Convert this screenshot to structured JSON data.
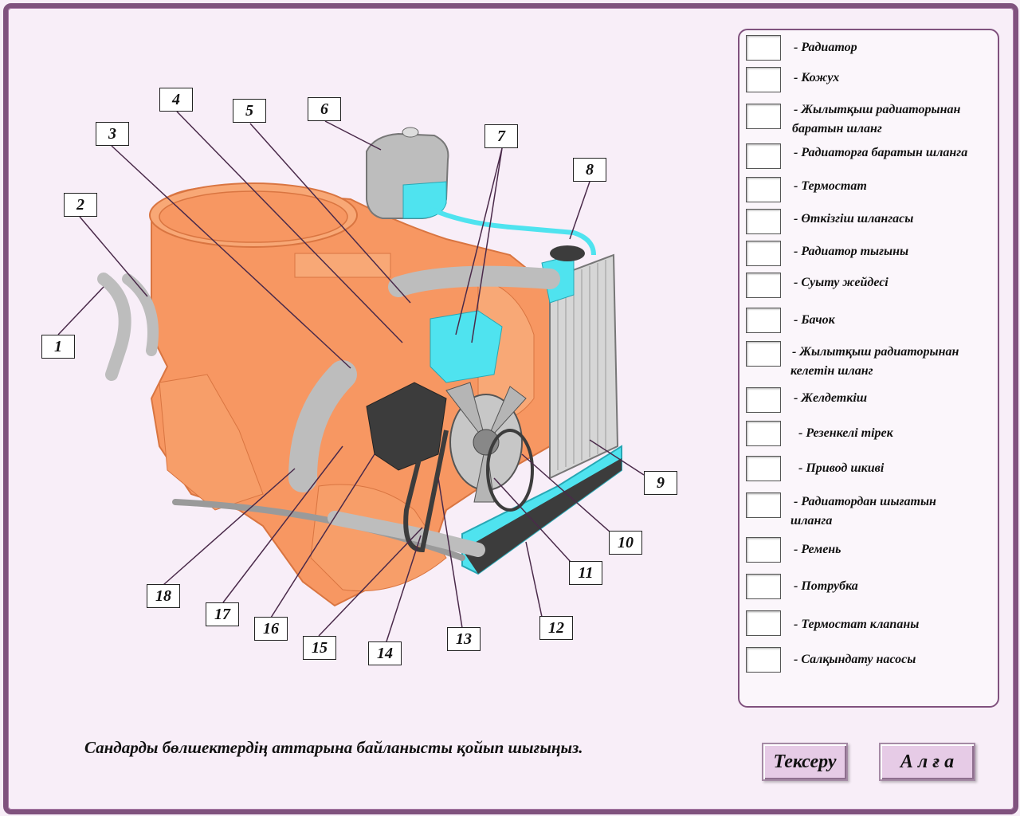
{
  "numbers": [
    "1",
    "2",
    "3",
    "4",
    "5",
    "6",
    "7",
    "8",
    "9",
    "10",
    "11",
    "12",
    "13",
    "14",
    "15",
    "16",
    "17",
    "18"
  ],
  "legend": [
    "- Радиатор",
    "- Кожух",
    "- Жылытқыш радиаторынан",
    "- Радиаторға баратын шланга",
    "- Термостат",
    "- Өткізгіш шлангасы",
    "- Радиатор тығыны",
    "- Суыту жейдесі",
    "- Бачок",
    "- Жылытқыш радиаторынан",
    "- Желдеткіш",
    "- Резенкелі тірек",
    "- Привод шкиві",
    "- Радиатордан шығатын",
    "- Ремень",
    "- Потрубка",
    "- Термостат клапаны",
    "- Салқындату насосы"
  ],
  "legend_cont": {
    "r2": "баратын шланг",
    "r9": "келетін шланг",
    "r13": "шланга"
  },
  "instruction": "Сандарды бөлшектердің аттарына байланысты қойып шығыңыз.",
  "buttons": {
    "check": "Тексеру",
    "next": "А л ғ а"
  },
  "colors": {
    "engine": "#f7935a",
    "coolant": "#4fe3ef",
    "hose": "#bdbdbd",
    "dark": "#3c3c3c",
    "frame": "#80527e"
  }
}
